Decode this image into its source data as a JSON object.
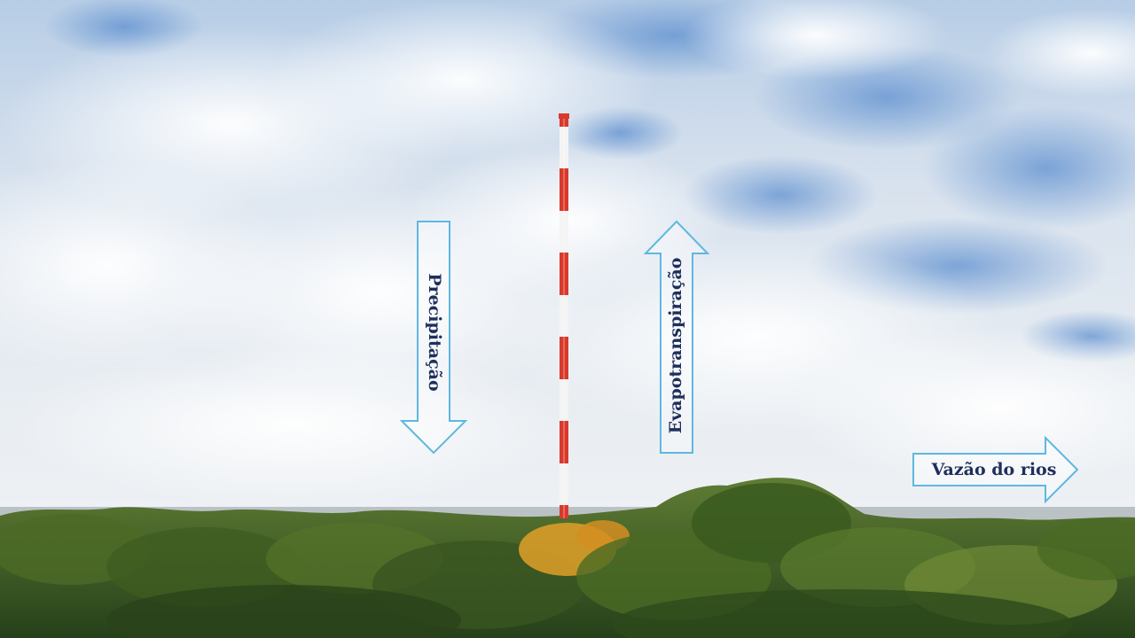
{
  "arrows": {
    "precipitation": {
      "label": "Precipitação",
      "direction": "down"
    },
    "evapotranspiration": {
      "label": "Evapotranspiração",
      "direction": "up"
    },
    "river_discharge": {
      "label": "Vazão do rios",
      "direction": "right"
    }
  },
  "colors": {
    "arrow_outline": "#5fb7e0",
    "arrow_fill": "#ffffff",
    "label_text": "#1f2f5c",
    "tower_red": "#d9392b",
    "tower_white": "#f4f4f4",
    "sky_blue": "#6f9fd6",
    "forest_dark": "#2f4a1e",
    "forest_mid": "#5a7a2e",
    "canopy_orange": "#e0a028"
  }
}
